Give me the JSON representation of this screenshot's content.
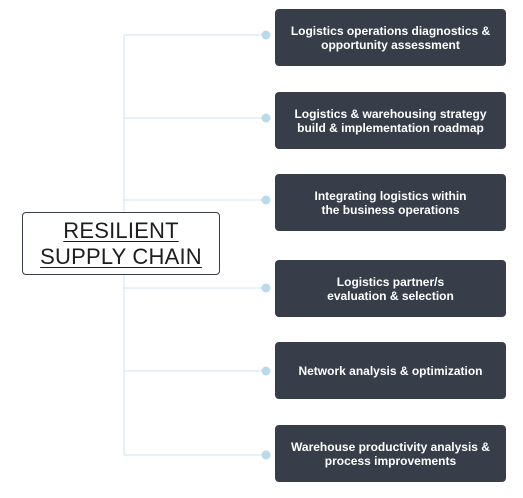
{
  "diagram": {
    "center": {
      "lines": [
        "RESILIENT",
        "SUPPLY CHAIN"
      ]
    },
    "branches": [
      {
        "label": "Logistics operations diagnostics &\nopportunity assessment"
      },
      {
        "label": "Logistics & warehousing strategy\nbuild & implementation roadmap"
      },
      {
        "label": "Integrating logistics within\nthe business operations"
      },
      {
        "label": "Logistics partner/s\nevaluation & selection"
      },
      {
        "label": "Network analysis & optimization"
      },
      {
        "label": "Warehouse productivity analysis &\nprocess improvements"
      }
    ],
    "colors": {
      "branch_box": "#373e49",
      "branch_text": "#ffffff",
      "connector": "#cfe6ef",
      "node_dot": "#b9dbe9",
      "center_border": "#3a3f47",
      "center_text": "#1e1e1e"
    }
  }
}
